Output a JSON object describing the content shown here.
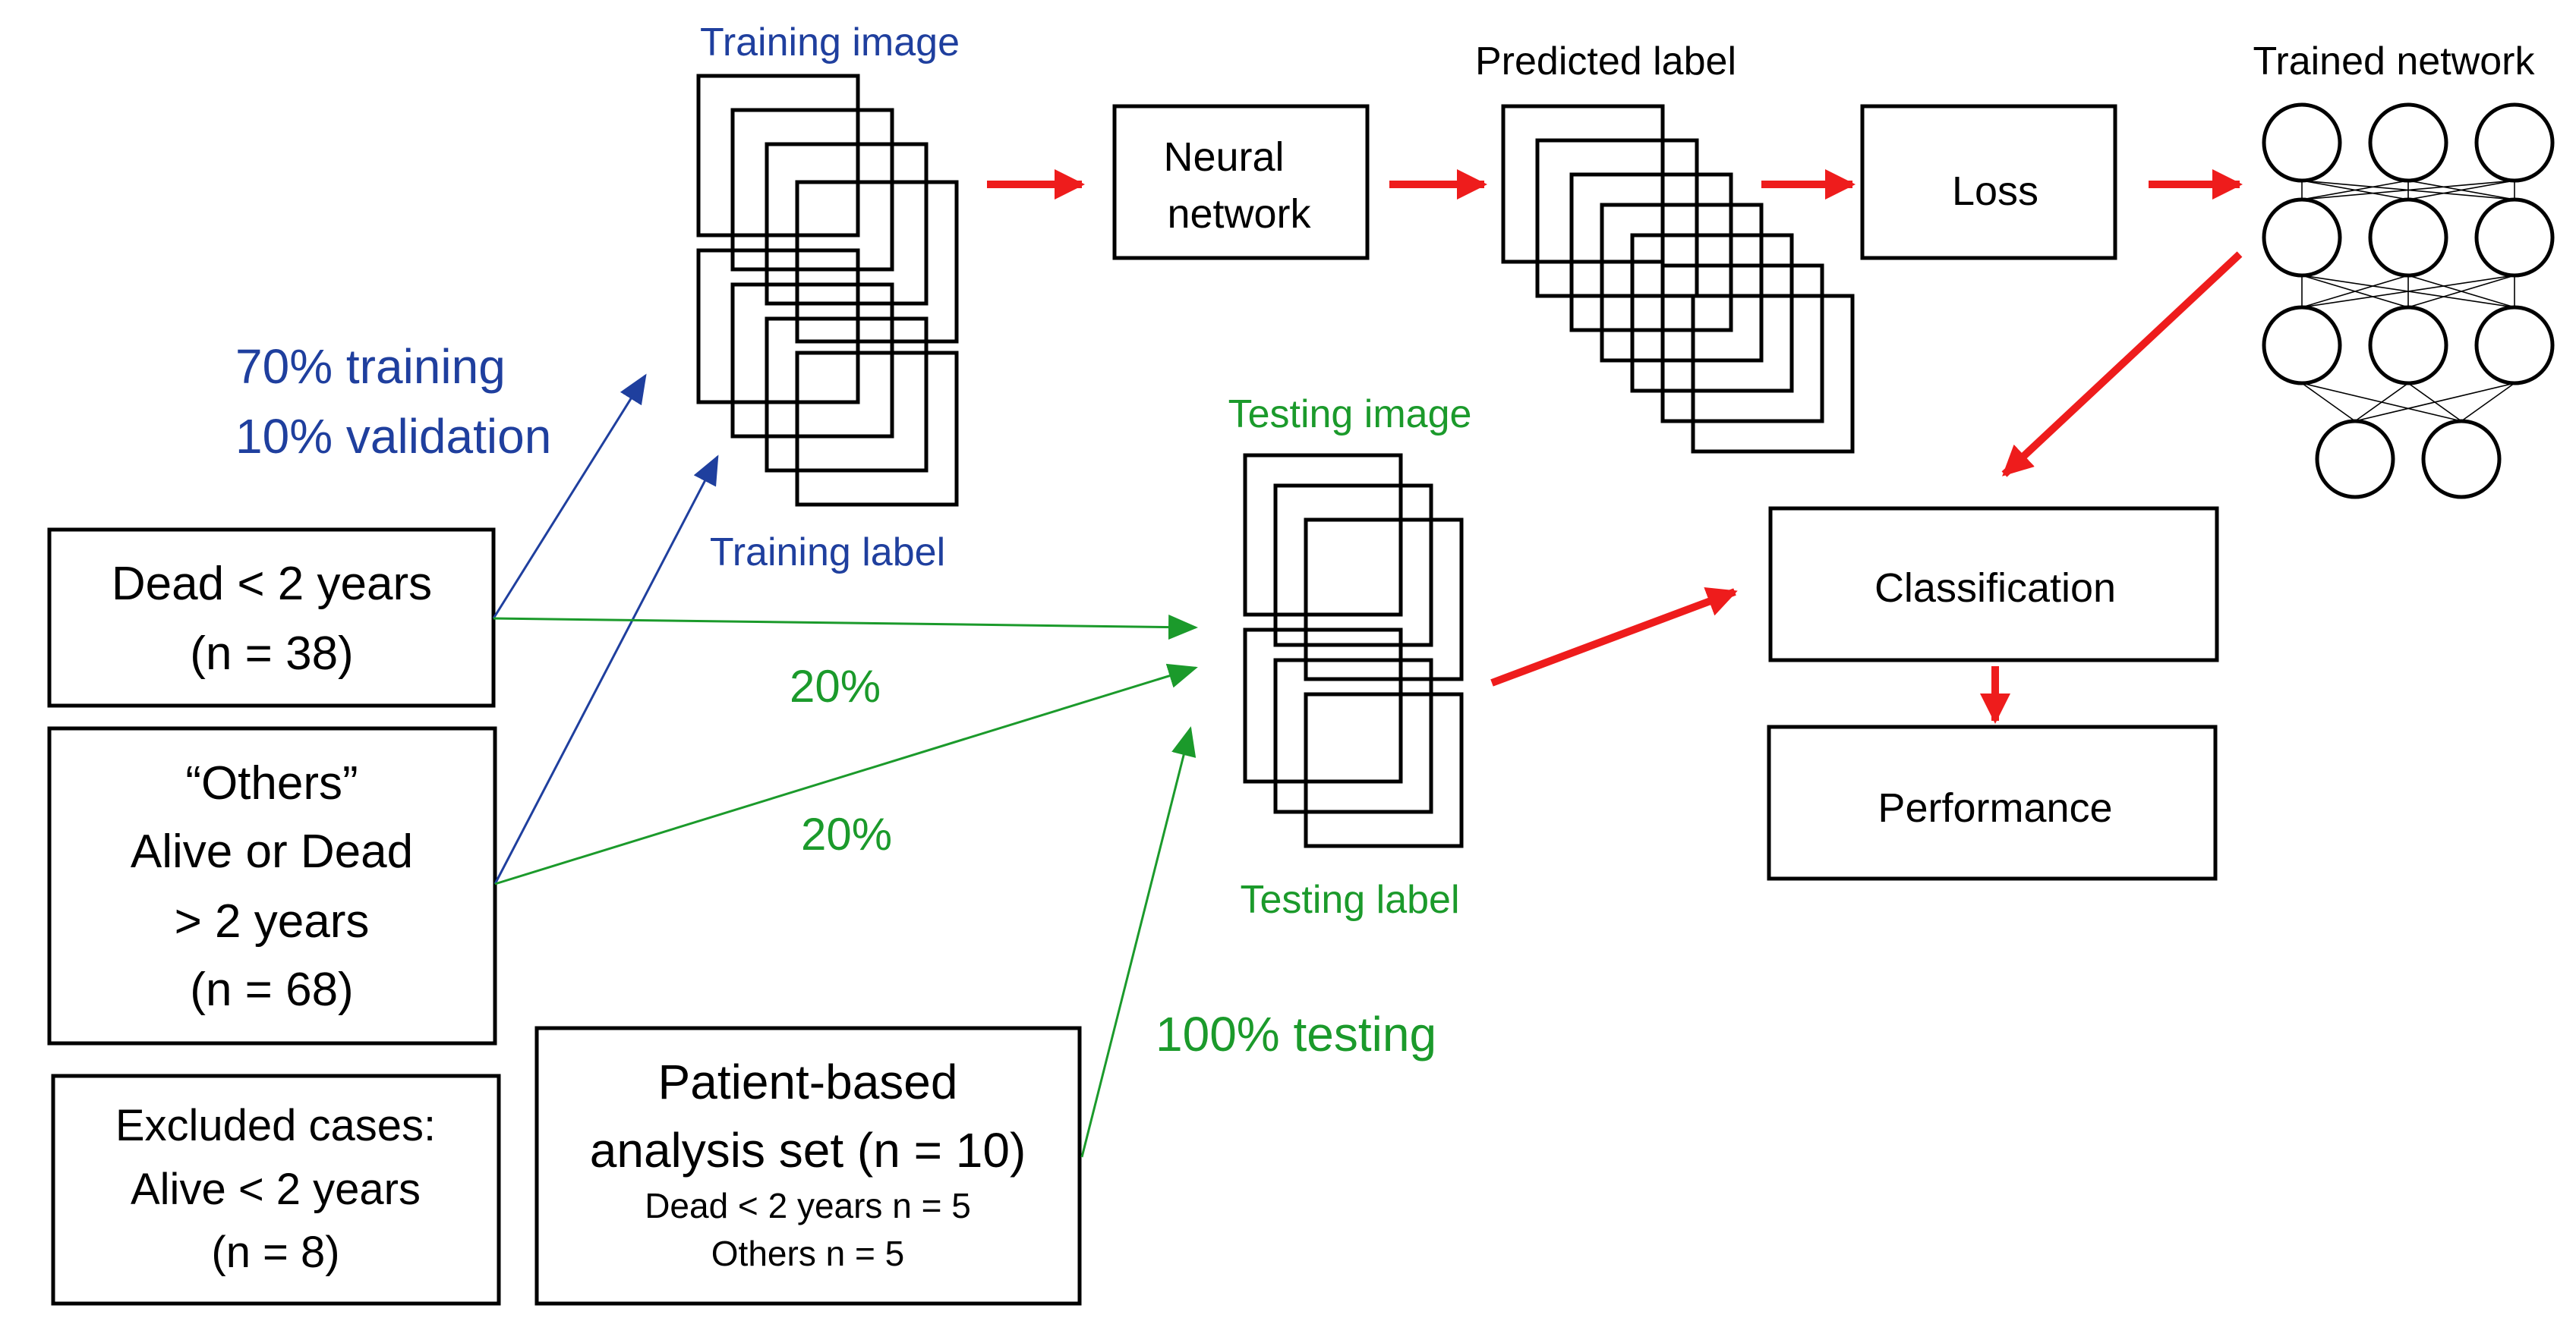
{
  "colors": {
    "blue": "#1f3f9e",
    "green": "#1b9a2b",
    "red": "#ee1c1c",
    "black": "#000000"
  },
  "labels": {
    "training_image": "Training image",
    "training_label": "Training label",
    "predicted_label": "Predicted label",
    "trained_network": "Trained network",
    "testing_image": "Testing image",
    "testing_label": "Testing label",
    "train_split_line1": "70% training",
    "train_split_line2": "10% validation",
    "test_split_dead": "20%",
    "test_split_others": "20%",
    "test_split_patient": "100% testing"
  },
  "boxes": {
    "neural_network": [
      "Neural",
      "network"
    ],
    "loss": "Loss",
    "classification": "Classification",
    "performance": "Performance",
    "dead": [
      "Dead < 2 years",
      "(n  = 38)"
    ],
    "others": [
      "“Others”",
      "Alive or Dead",
      "> 2 years",
      "(n  = 68)"
    ],
    "excluded": [
      "Excluded cases:",
      "Alive < 2 years",
      "(n = 8)"
    ],
    "patient": [
      "Patient-based",
      "analysis set (n  = 10)",
      "Dead < 2 years n = 5",
      "Others n = 5"
    ]
  }
}
